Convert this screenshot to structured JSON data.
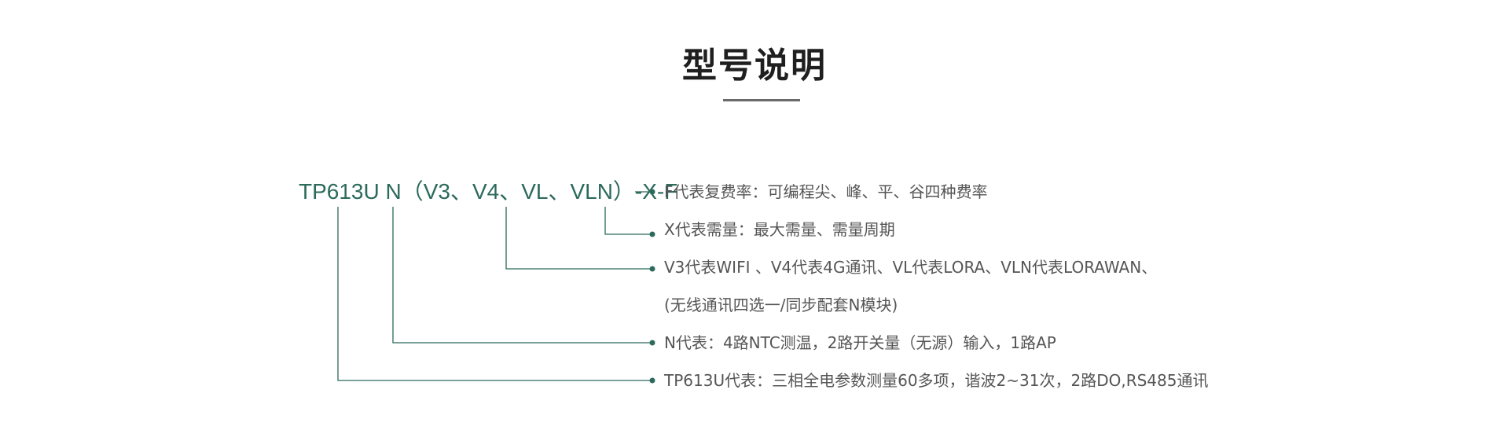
{
  "heading": {
    "title": "型号说明"
  },
  "model_code": "TP613U N（V3、V4、VL、VLN）-X-F",
  "descriptions": [
    "F代表复费率：可编程尖、峰、平、谷四种费率",
    "X代表需量：最大需量、需量周期",
    "V3代表WIFI 、V4代表4G通讯、VL代表LORA、VLN代表LORAWAN、",
    "(无线通讯四选一/同步配套N模块)",
    "N代表：4路NTC测温，2路开关量（无源）输入，1路AP",
    "TP613U代表：三相全电参数测量60多项，谐波2~31次，2路DO,RS485通讯"
  ],
  "colors": {
    "accent": "#2c6a5c",
    "description_text": "#555555",
    "title_text": "#1f1f1f",
    "underline": "#6a6a6a"
  }
}
